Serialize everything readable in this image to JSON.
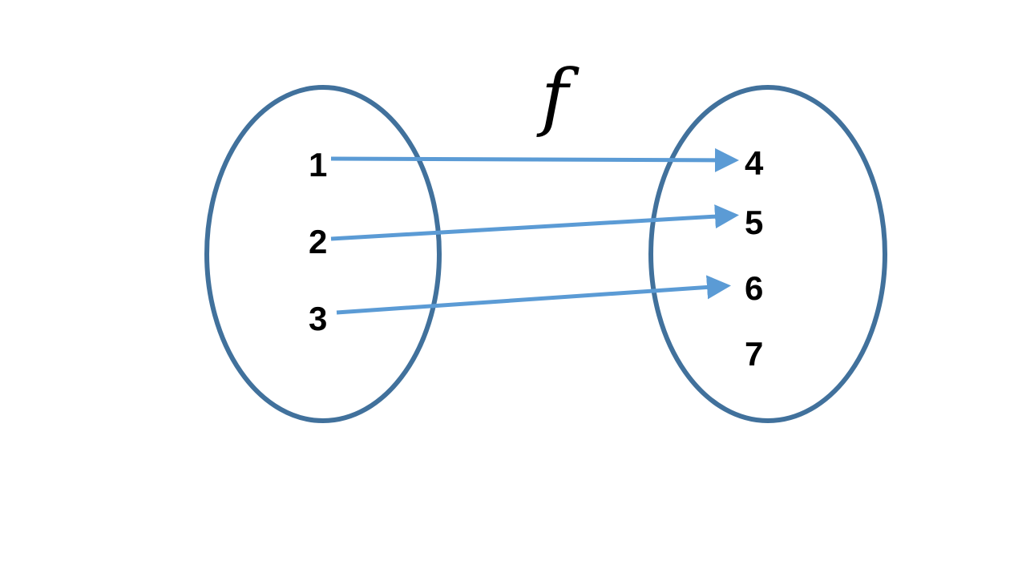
{
  "function_label": "f",
  "domain_set": [
    "1",
    "2",
    "3"
  ],
  "codomain_set": [
    "4",
    "5",
    "6",
    "7"
  ],
  "mappings": [
    {
      "from": "1",
      "to": "4"
    },
    {
      "from": "2",
      "to": "5"
    },
    {
      "from": "3",
      "to": "6"
    }
  ],
  "colors": {
    "ellipse": "#41719C",
    "arrow": "#5B9BD5",
    "text": "#000000"
  }
}
